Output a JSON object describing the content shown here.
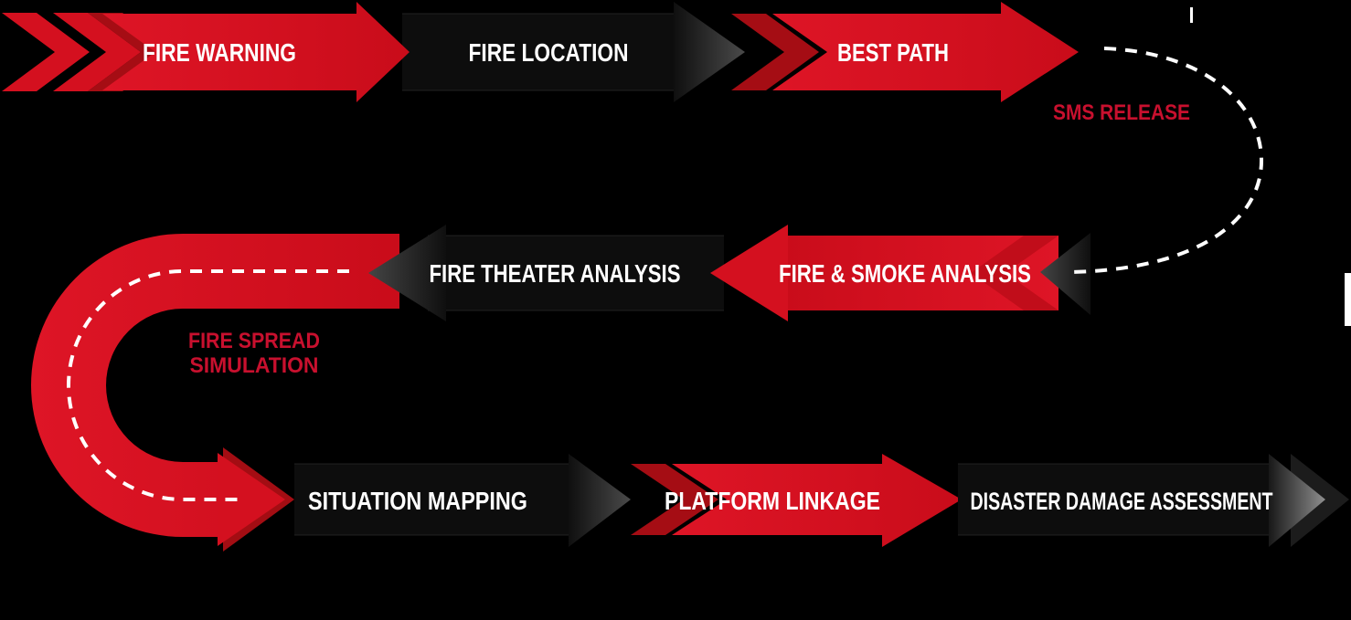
{
  "diagram": {
    "title_hint": "fire disaster response process flow",
    "background_color": "#000000",
    "accent_red": "#d4101f",
    "accent_dark_red": "#a50d14",
    "label_red": "#c8102e",
    "text_white": "#ffffff",
    "steps": {
      "fire_warning": "FIRE WARNING",
      "fire_location": "FIRE LOCATION",
      "best_path": "BEST PATH",
      "sms_release": "SMS RELEASE",
      "fire_smoke_analysis": "FIRE & SMOKE ANALYSIS",
      "fire_theater_analysis": "FIRE THEATER ANALYSIS",
      "fire_spread_line1": "FIRE SPREAD",
      "fire_spread_line2": "SIMULATION",
      "situation_mapping": "SITUATION MAPPING",
      "platform_linkage": "PLATFORM LINKAGE",
      "disaster_damage_assessment": "DISASTER DAMAGE ASSESSMENT"
    },
    "flow_order": [
      {
        "label": "FIRE WARNING",
        "arrow_color": "red",
        "row": 1,
        "direction": "right"
      },
      {
        "label": "FIRE LOCATION",
        "arrow_color": "black",
        "row": 1,
        "direction": "right"
      },
      {
        "label": "BEST PATH",
        "arrow_color": "red",
        "row": 1,
        "direction": "right"
      },
      {
        "label": "SMS RELEASE",
        "connector": "dashed-curve-right",
        "row": "1-to-2"
      },
      {
        "label": "FIRE & SMOKE ANALYSIS",
        "arrow_color": "red",
        "row": 2,
        "direction": "left"
      },
      {
        "label": "FIRE THEATER ANALYSIS",
        "arrow_color": "black",
        "row": 2,
        "direction": "left"
      },
      {
        "label": "FIRE SPREAD SIMULATION",
        "connector": "red-u-turn-left",
        "row": "2-to-3"
      },
      {
        "label": "SITUATION MAPPING",
        "arrow_color": "black",
        "row": 3,
        "direction": "right"
      },
      {
        "label": "PLATFORM LINKAGE",
        "arrow_color": "red",
        "row": 3,
        "direction": "right"
      },
      {
        "label": "DISASTER DAMAGE ASSESSMENT",
        "arrow_color": "black",
        "row": 3,
        "direction": "right"
      }
    ]
  }
}
